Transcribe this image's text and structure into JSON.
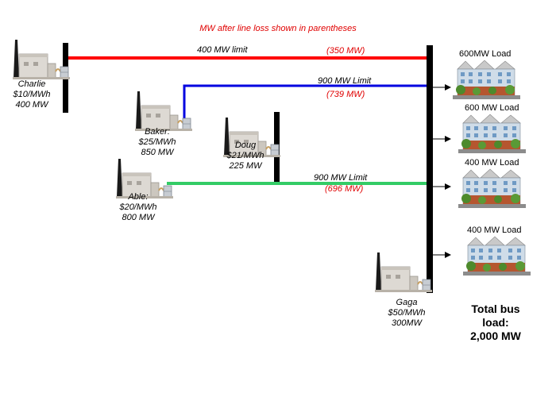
{
  "header_note": "MW after line loss shown in parentheses",
  "lines": {
    "red": {
      "limit": "400 MW limit",
      "after_loss": "(350 MW)",
      "color": "#ff0000"
    },
    "blue": {
      "limit": "900 MW Limit",
      "after_loss": "(739 MW)",
      "color": "#0000e0"
    },
    "green": {
      "limit": "900 MW Limit",
      "after_loss": "(696 MW)",
      "color": "#33cc66"
    }
  },
  "generators": {
    "charlie": {
      "name": "Charlie",
      "price": "$10/MWh",
      "capacity": "400 MW"
    },
    "baker": {
      "name": "Baker:",
      "price": "$25/MWh",
      "capacity": "850 MW"
    },
    "doug": {
      "name": "Doug",
      "price": "$21/MWh",
      "capacity": "225 MW"
    },
    "able": {
      "name": "Able:",
      "price": "$20/MWh",
      "capacity": "800 MW"
    },
    "gaga": {
      "name": "Gaga",
      "price": "$50/MWh",
      "capacity": "300MW"
    }
  },
  "loads": [
    {
      "label": "600MW Load"
    },
    {
      "label": "600 MW Load"
    },
    {
      "label": "400 MW Load"
    },
    {
      "label": "400 MW Load"
    }
  ],
  "total": {
    "line1": "Total bus",
    "line2": "load:",
    "line3": "2,000 MW"
  }
}
